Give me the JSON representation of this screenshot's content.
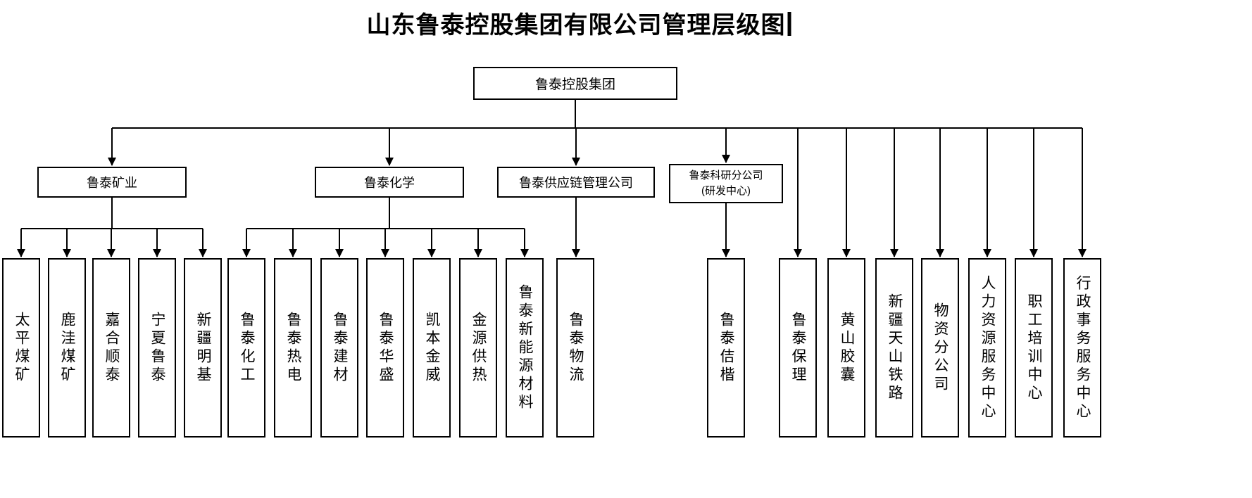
{
  "title": "山东鲁泰控股集团有限公司管理层级图",
  "colors": {
    "line": "#000000",
    "box_border": "#000000",
    "background": "#ffffff",
    "text": "#000000"
  },
  "root": {
    "label": "鲁泰控股集团"
  },
  "divisions": [
    {
      "label": "鲁泰矿业",
      "parent": "鲁泰控股集团"
    },
    {
      "label": "鲁泰化学",
      "parent": "鲁泰控股集团"
    },
    {
      "label": "鲁泰供应链管理公司",
      "parent": "鲁泰控股集团"
    },
    {
      "label": "鲁泰科研分公司\n(研发中心)",
      "parent": "鲁泰控股集团"
    }
  ],
  "subsidiaries": [
    {
      "label": "太平煤矿",
      "parent": "鲁泰矿业"
    },
    {
      "label": "鹿洼煤矿",
      "parent": "鲁泰矿业"
    },
    {
      "label": "嘉合顺泰",
      "parent": "鲁泰矿业"
    },
    {
      "label": "宁夏鲁泰",
      "parent": "鲁泰矿业"
    },
    {
      "label": "新疆明基",
      "parent": "鲁泰矿业"
    },
    {
      "label": "鲁泰化工",
      "parent": "鲁泰化学"
    },
    {
      "label": "鲁泰热电",
      "parent": "鲁泰化学"
    },
    {
      "label": "鲁泰建材",
      "parent": "鲁泰化学"
    },
    {
      "label": "鲁泰华盛",
      "parent": "鲁泰化学"
    },
    {
      "label": "凯本金威",
      "parent": "鲁泰化学"
    },
    {
      "label": "金源供热",
      "parent": "鲁泰化学"
    },
    {
      "label": "鲁泰新能源材料",
      "parent": "鲁泰化学"
    },
    {
      "label": "鲁泰物流",
      "parent": "鲁泰供应链管理公司"
    },
    {
      "label": "鲁泰佶楷",
      "parent": "鲁泰科研分公司(研发中心)"
    },
    {
      "label": "鲁泰保理",
      "parent": "鲁泰控股集团"
    },
    {
      "label": "黄山胶囊",
      "parent": "鲁泰控股集团"
    },
    {
      "label": "新疆天山铁路",
      "parent": "鲁泰控股集团"
    },
    {
      "label": "物资分公司",
      "parent": "鲁泰控股集团"
    },
    {
      "label": "人力资源服务中心",
      "parent": "鲁泰控股集团"
    },
    {
      "label": "职工培训中心",
      "parent": "鲁泰控股集团"
    },
    {
      "label": "行政事务服务中心",
      "parent": "鲁泰控股集团"
    }
  ]
}
